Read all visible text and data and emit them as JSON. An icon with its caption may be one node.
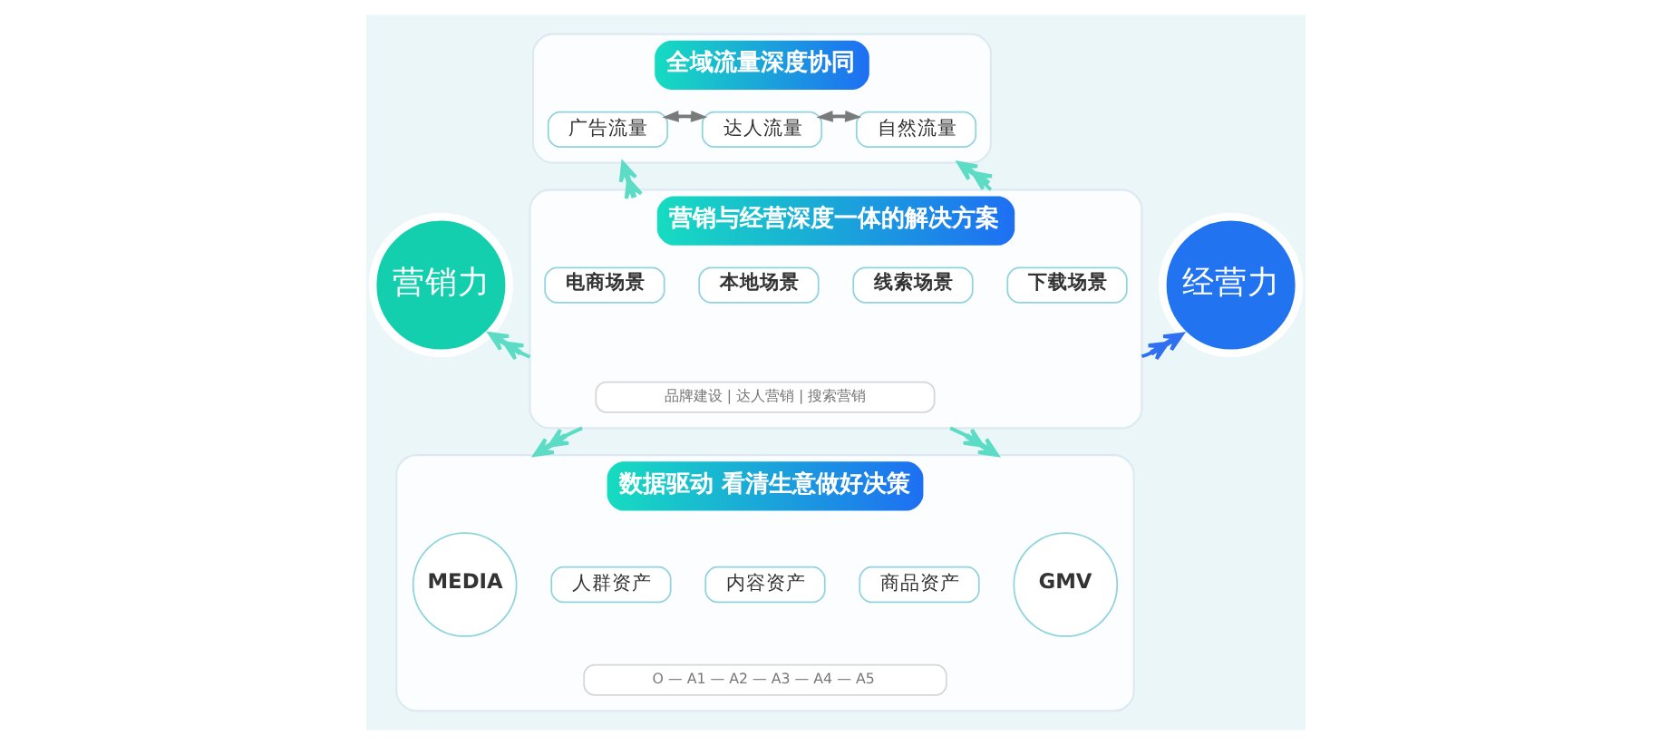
{
  "diagram": {
    "nodes": [
      {
        "text": [
          "全域流量深度协同"
        ]
      },
      {
        "text": [
          "广告流量"
        ],
        "in": 0
      },
      {
        "text": [
          "达人流量"
        ],
        "in": 0
      },
      {
        "text": [
          "自然流量"
        ],
        "in": 0
      },
      {
        "text": [
          "营销力"
        ]
      },
      {
        "text": [
          "营销与经营深度一体的解决方案"
        ]
      },
      {
        "text": [
          "电商场景"
        ],
        "in": 5
      },
      {
        "text": [
          "本地场景"
        ],
        "in": 5
      },
      {
        "text": [
          "线索场景"
        ],
        "in": 5
      },
      {
        "text": [
          "下载场景"
        ],
        "in": 5
      },
      {
        "text": [
          "品牌建设 | 达人营销 | 搜索营销"
        ],
        "in": 5
      },
      {
        "text": [
          "经营力"
        ]
      },
      {
        "text": [
          "数据驱动 看清生意做好决策"
        ]
      },
      {
        "text": [
          "MEDIA"
        ],
        "in": 12
      },
      {
        "text": [
          "人群资产"
        ],
        "in": 12
      },
      {
        "text": [
          "内容资产"
        ],
        "in": 12
      },
      {
        "text": [
          "商品资产"
        ],
        "in": 12
      },
      {
        "text": [
          "O — A1 — A2 — A3 — A4 — A5"
        ],
        "in": 12
      },
      {
        "text": [
          "GMV"
        ],
        "in": 12
      }
    ],
    "edges": [
      {
        "from": 1,
        "to": 2,
        "arrow": "both",
        "color": "#7a7a7a"
      },
      {
        "from": 2,
        "to": 3,
        "arrow": "both",
        "color": "#7a7a7a"
      },
      {
        "from": 5,
        "to": 0,
        "arrow": "to",
        "color": "#5cdcc4"
      },
      {
        "from": 5,
        "to": 0,
        "arrow": "to",
        "color": "#5cdcc4"
      },
      {
        "from": 5,
        "to": 4,
        "arrow": "to",
        "color": "#5cdcc4"
      },
      {
        "from": 5,
        "to": 11,
        "arrow": "to",
        "color": "#2f6ff0"
      },
      {
        "from": 5,
        "to": 12,
        "arrow": "to",
        "color": "#5cdcc4"
      },
      {
        "from": 5,
        "to": 12,
        "arrow": "to",
        "color": "#5cdcc4"
      }
    ]
  }
}
